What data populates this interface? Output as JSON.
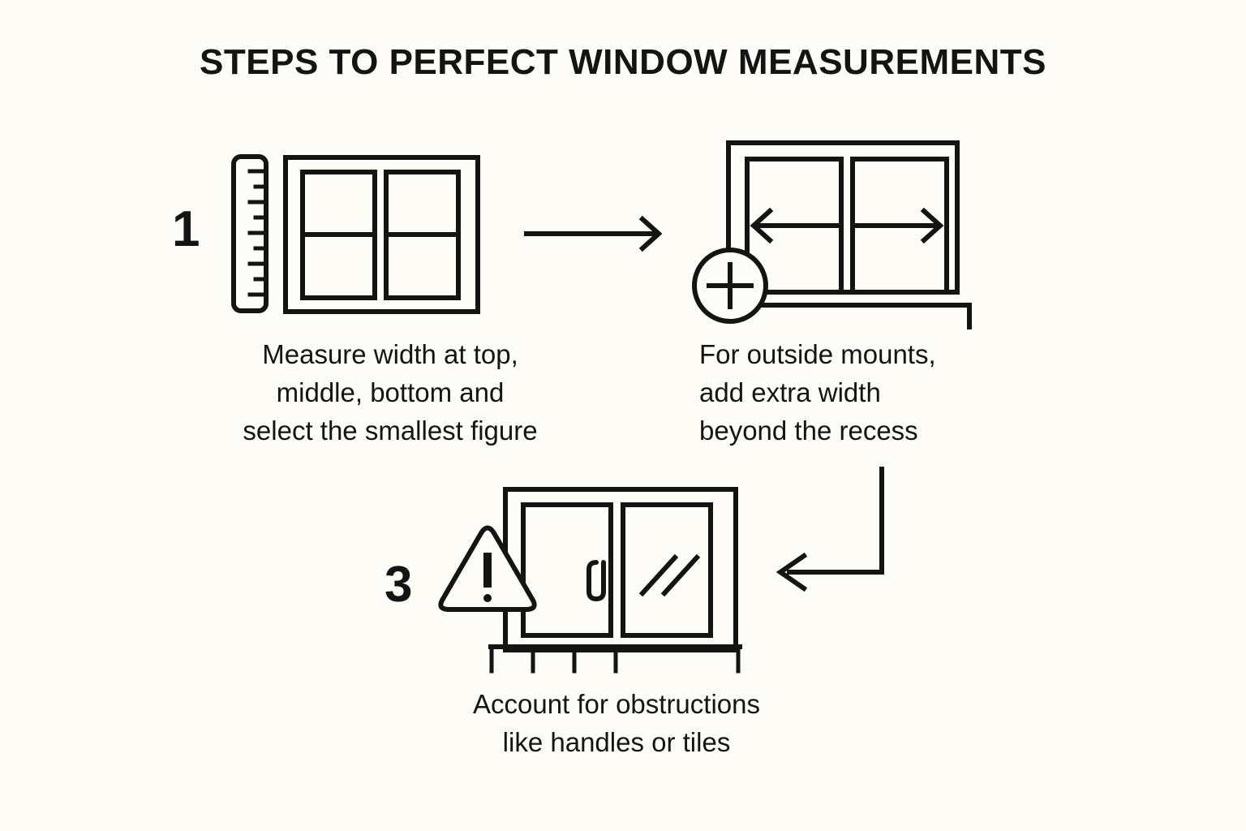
{
  "page": {
    "title": "STEPS TO PERFECT WINDOW MEASUREMENTS",
    "background_color": "#FDFCF7",
    "ink_color": "#141414"
  },
  "steps": [
    {
      "number": "1",
      "caption": "Measure width at top,\nmiddle, bottom and\nselect the smallest figure",
      "icons": [
        "ruler-icon",
        "window-four-pane-icon"
      ]
    },
    {
      "number": "",
      "caption": "For outside mounts,\nadd extra width\nbeyond the recess",
      "icons": [
        "window-two-pane-icon",
        "plus-circle-icon",
        "arrow-left-icon",
        "arrow-right-icon",
        "window-sill-icon"
      ]
    },
    {
      "number": "3",
      "caption": "Account for obstructions\nlike handles or tiles",
      "icons": [
        "warning-triangle-icon",
        "window-handle-icon",
        "glass-reflection-icon",
        "tiled-sill-icon"
      ]
    }
  ],
  "connectors": [
    {
      "name": "arrow-step1-to-step2",
      "direction": "right"
    },
    {
      "name": "arrow-step2-to-step3",
      "direction": "elbow-down-left"
    }
  ]
}
